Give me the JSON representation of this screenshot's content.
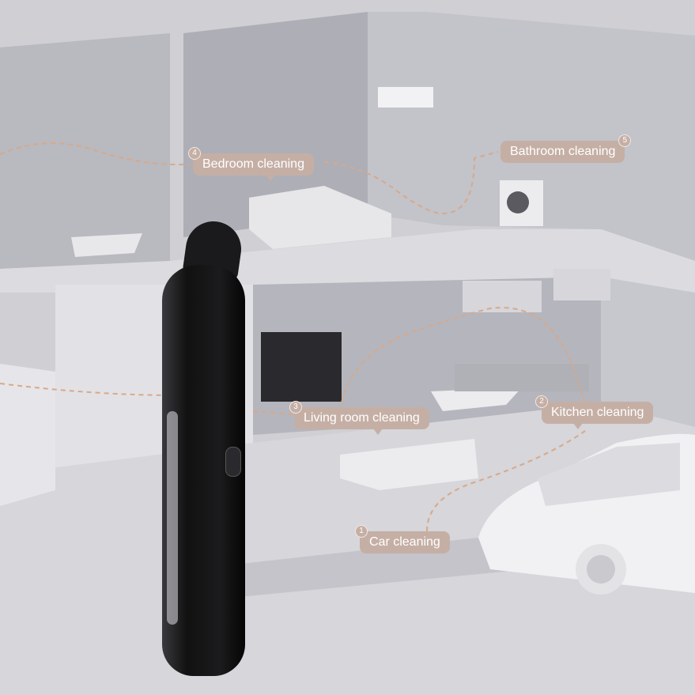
{
  "scene": {
    "colors": {
      "label_bg": "#c5afa5",
      "path": "#d8a987",
      "device": "#151515"
    }
  },
  "labels": [
    {
      "num": "1",
      "text": "Car cleaning"
    },
    {
      "num": "2",
      "text": "Kitchen cleaning"
    },
    {
      "num": "3",
      "text": "Living room cleaning"
    },
    {
      "num": "4",
      "text": "Bedroom cleaning"
    },
    {
      "num": "5",
      "text": "Bathroom cleaning"
    }
  ]
}
